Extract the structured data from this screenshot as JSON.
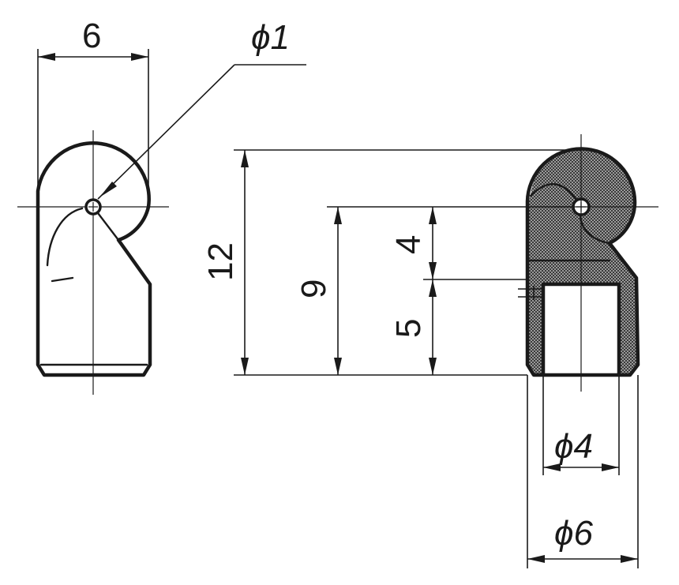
{
  "dimensions": {
    "width_left": "6",
    "hole_dia": "ϕ1",
    "height_total": "12",
    "height_center": "9",
    "upper_part": "4",
    "lower_part": "5",
    "inner_dia": "ϕ4",
    "outer_dia": "ϕ6"
  }
}
